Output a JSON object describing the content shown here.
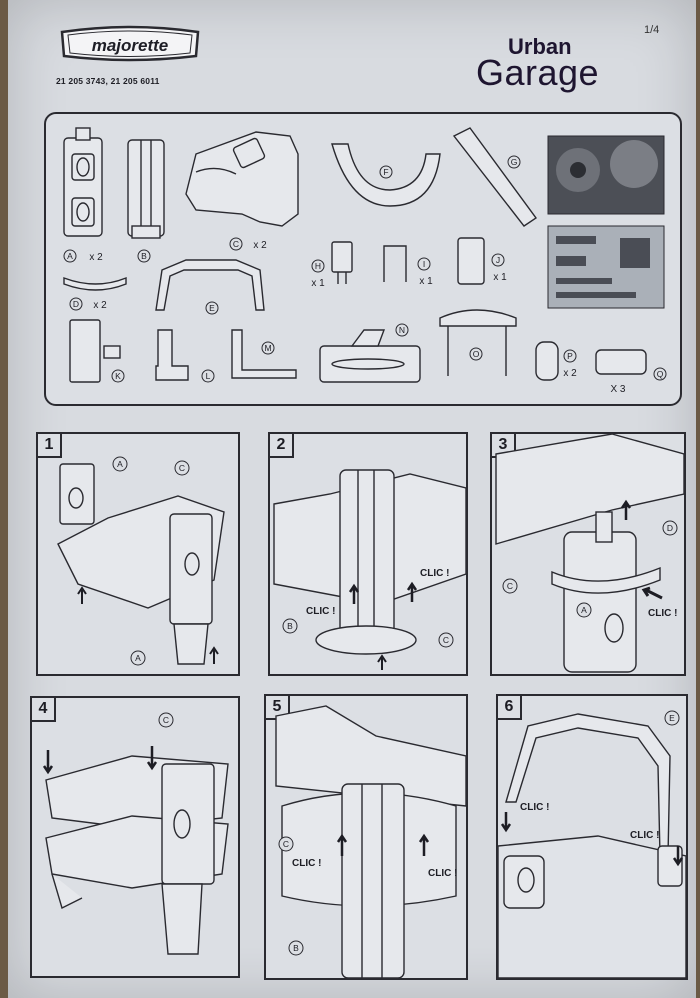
{
  "brand": {
    "logo_text": "majorette",
    "product_codes": "21 205 3743, 21 205 6011"
  },
  "page_number": "1/4",
  "title": {
    "line1": "Urban",
    "line2": "Garage"
  },
  "parts": [
    {
      "letter": "A",
      "qty": "x 2"
    },
    {
      "letter": "B",
      "qty": ""
    },
    {
      "letter": "C",
      "qty": "x 2"
    },
    {
      "letter": "D",
      "qty": "x 2"
    },
    {
      "letter": "E",
      "qty": ""
    },
    {
      "letter": "F",
      "qty": ""
    },
    {
      "letter": "G",
      "qty": ""
    },
    {
      "letter": "H",
      "qty": "x 1"
    },
    {
      "letter": "I",
      "qty": "x 1"
    },
    {
      "letter": "J",
      "qty": "x 1"
    },
    {
      "letter": "K",
      "qty": ""
    },
    {
      "letter": "L",
      "qty": ""
    },
    {
      "letter": "M",
      "qty": ""
    },
    {
      "letter": "N",
      "qty": ""
    },
    {
      "letter": "O",
      "qty": ""
    },
    {
      "letter": "P",
      "qty": "x 2"
    },
    {
      "letter": "Q",
      "qty": "X 3"
    }
  ],
  "steps": [
    {
      "number": "1",
      "labels": [
        "A",
        "C",
        "A"
      ],
      "clic": []
    },
    {
      "number": "2",
      "labels": [
        "B",
        "C"
      ],
      "clic": [
        "CLIC !",
        "CLIC !"
      ]
    },
    {
      "number": "3",
      "labels": [
        "D",
        "C",
        "A"
      ],
      "clic": [
        "CLIC !"
      ]
    },
    {
      "number": "4",
      "labels": [
        "C"
      ],
      "clic": []
    },
    {
      "number": "5",
      "labels": [
        "C",
        "B"
      ],
      "clic": [
        "CLIC !",
        "CLIC !"
      ]
    },
    {
      "number": "6",
      "labels": [
        "E"
      ],
      "clic": [
        "CLIC !",
        "CLIC !"
      ]
    }
  ],
  "colors": {
    "paper": "#d8dbe0",
    "ink": "#1d1d24",
    "title": "#1e1530",
    "background": "#6b5a45"
  }
}
